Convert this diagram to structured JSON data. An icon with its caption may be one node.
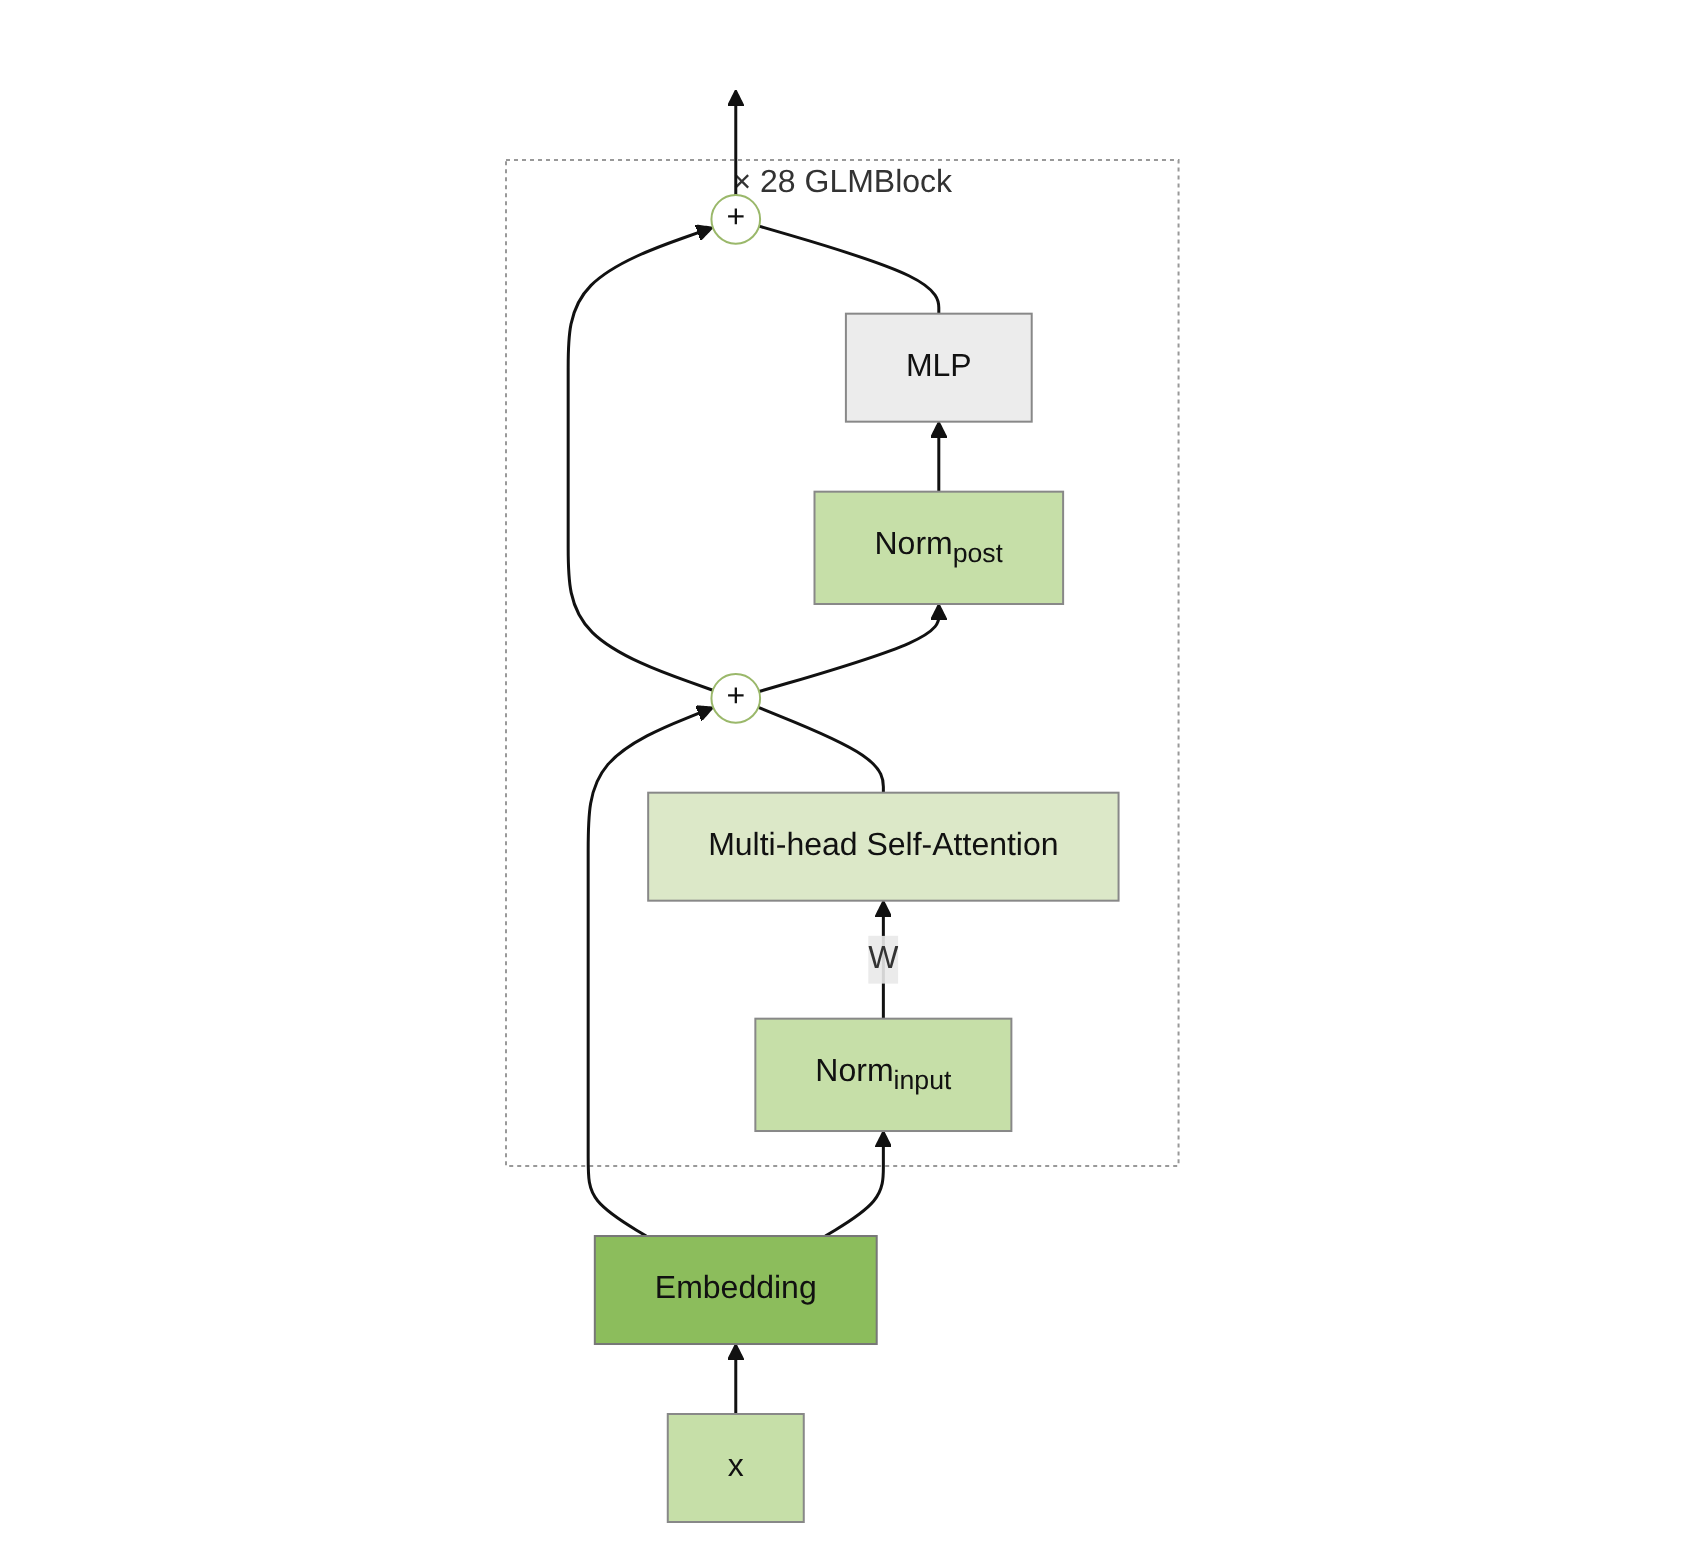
{
  "diagram": {
    "nodes": [
      {
        "text": [
          "× 28 GLMBlock"
        ]
      },
      {
        "text": [
          "+"
        ],
        "in": 0
      },
      {
        "text": [
          "MLP"
        ],
        "in": 0
      },
      {
        "text": [
          "Norm$_{post}$"
        ],
        "in": 0
      },
      {
        "text": [
          "+"
        ],
        "in": 0
      },
      {
        "text": [
          "Multi-head Self-Attention"
        ],
        "in": 0
      },
      {
        "text": [
          "Norm$_{input}$"
        ],
        "in": 0
      },
      {
        "text": [
          "Embedding"
        ]
      },
      {
        "text": [
          "x"
        ]
      }
    ],
    "edges": [
      {
        "from": 8,
        "to": 7,
        "arrow": "to"
      },
      {
        "from": 7,
        "to": 6,
        "arrow": "to"
      },
      {
        "from": 7,
        "to": 4,
        "arrow": "to"
      },
      {
        "from": 6,
        "to": 5,
        "arrow": "to",
        "label": "W"
      },
      {
        "from": 5,
        "to": 4,
        "arrow": "none"
      },
      {
        "from": 4,
        "to": 3,
        "arrow": "to"
      },
      {
        "from": 4,
        "to": 1,
        "arrow": "to"
      },
      {
        "from": 3,
        "to": 2,
        "arrow": "to"
      },
      {
        "from": 2,
        "to": 1,
        "arrow": "none"
      },
      {
        "from": 1,
        "to": null,
        "arrow": "to"
      }
    ]
  }
}
